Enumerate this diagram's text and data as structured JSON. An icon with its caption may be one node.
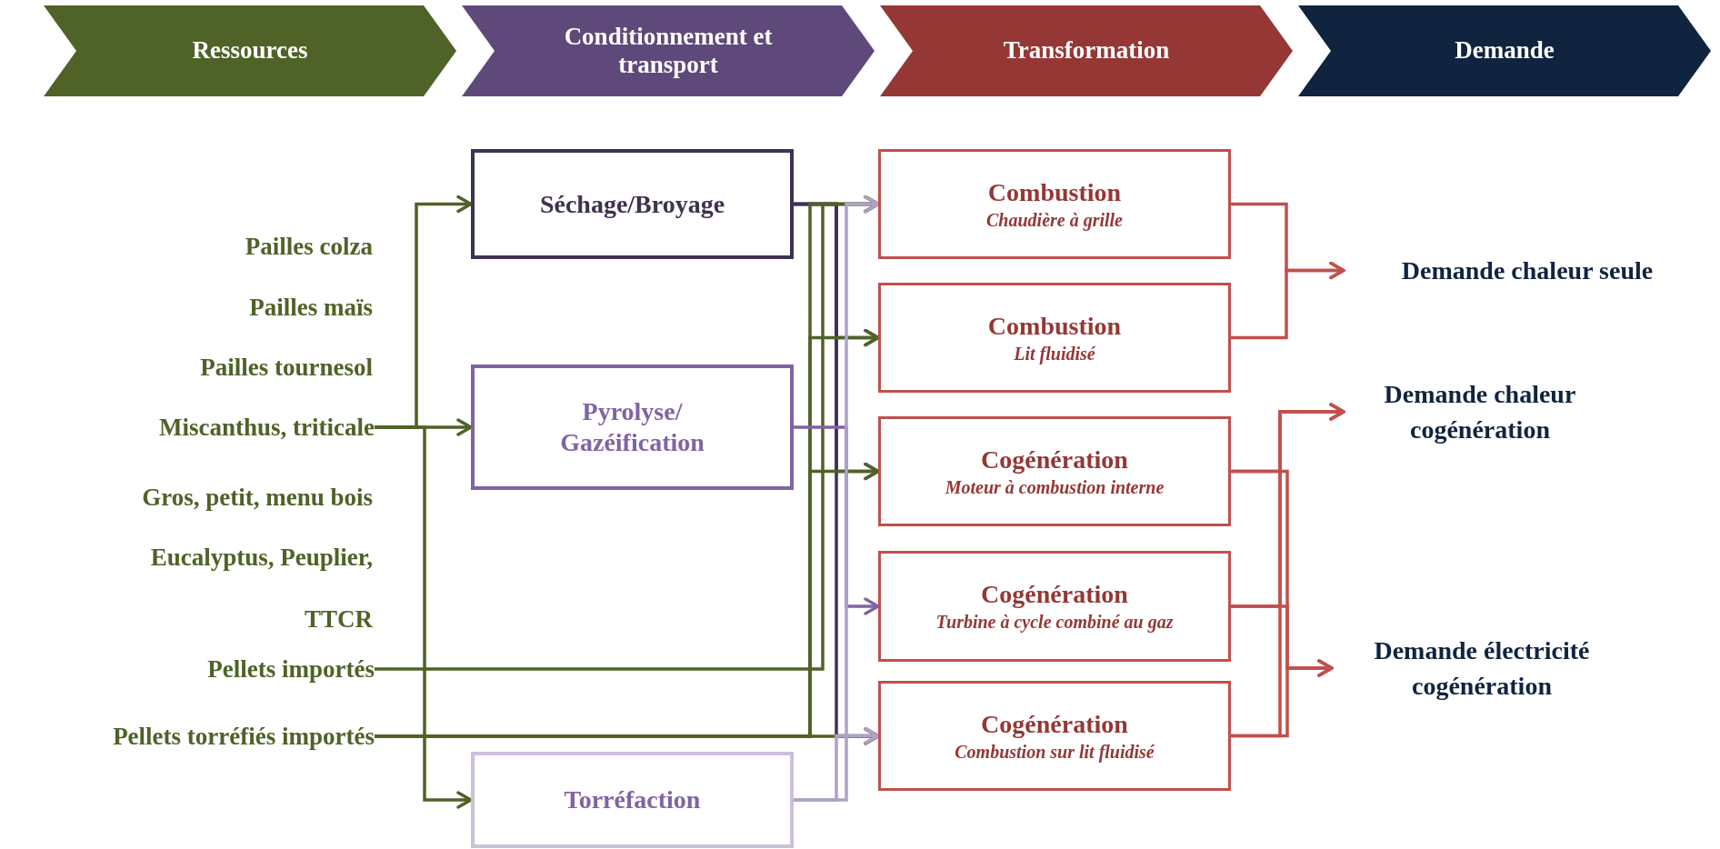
{
  "diagram": {
    "nodes": [
      {
        "text": [
          "Ressources"
        ]
      },
      {
        "text": [
          "Conditionnement et transport"
        ]
      },
      {
        "text": [
          "Transformation"
        ]
      },
      {
        "text": [
          "Demande"
        ]
      },
      {
        "text": [
          "Miscanthus, triticale"
        ]
      },
      {
        "text": [
          "Pellets importés"
        ]
      },
      {
        "text": [
          "Pellets torréfiés importés"
        ]
      },
      {
        "text": [
          "Séchage/Broyage"
        ]
      },
      {
        "text": [
          "Pyrolyse/ Gazéification"
        ]
      },
      {
        "text": [
          "Torréfaction"
        ]
      },
      {
        "text": [
          "Combustion",
          "Chaudière à grille"
        ]
      },
      {
        "text": [
          "Combustion",
          "Lit fluidisé"
        ]
      },
      {
        "text": [
          "Cogénération",
          "Moteur à combustion interne"
        ]
      },
      {
        "text": [
          "Cogénération",
          "Turbine à cycle combiné au gaz"
        ]
      },
      {
        "text": [
          "Cogénération",
          "Combustion sur lit fluidisé"
        ]
      },
      {
        "text": [
          "Demande chaleur seule"
        ]
      },
      {
        "text": [
          "Demande chaleur cogénération"
        ]
      },
      {
        "text": [
          "Demande électricité cogénération"
        ]
      }
    ],
    "edges": [
      {
        "from": 4,
        "to": 7,
        "arrow": "to",
        "color": "#4f6228"
      },
      {
        "from": 4,
        "to": 8,
        "arrow": "to",
        "color": "#4f6228"
      },
      {
        "from": 4,
        "to": 9,
        "arrow": "to",
        "color": "#4f6228"
      },
      {
        "from": 7,
        "to": 10,
        "arrow": "to",
        "color": "#3f3151"
      },
      {
        "from": 7,
        "to": 11,
        "arrow": "to",
        "color": "#3f3151"
      },
      {
        "from": 7,
        "to": 12,
        "arrow": "to",
        "color": "#3f3151"
      },
      {
        "from": 7,
        "to": 14,
        "arrow": "to",
        "color": "#3f3151"
      },
      {
        "from": 5,
        "to": 10,
        "arrow": "to",
        "color": "#4f6228"
      },
      {
        "from": 6,
        "to": 10,
        "arrow": "to",
        "color": "#4f6228"
      },
      {
        "from": 6,
        "to": 11,
        "arrow": "to",
        "color": "#4f6228"
      },
      {
        "from": 6,
        "to": 12,
        "arrow": "to",
        "color": "#4f6228"
      },
      {
        "from": 6,
        "to": 14,
        "arrow": "to",
        "color": "#4f6228"
      },
      {
        "from": 8,
        "to": 13,
        "arrow": "to",
        "color": "#8064a2"
      },
      {
        "from": 9,
        "to": 10,
        "arrow": "to",
        "color": "#b1a0c7"
      },
      {
        "from": 9,
        "to": 14,
        "arrow": "to",
        "color": "#b1a0c7"
      },
      {
        "from": 10,
        "to": 15,
        "arrow": "to",
        "color": "#c0504d"
      },
      {
        "from": 11,
        "to": 15,
        "arrow": "to",
        "color": "#c0504d"
      },
      {
        "from": 12,
        "to": 16,
        "arrow": "to",
        "color": "#c0504d"
      },
      {
        "from": 13,
        "to": 16,
        "arrow": "to",
        "color": "#c0504d"
      },
      {
        "from": 14,
        "to": 16,
        "arrow": "to",
        "color": "#c0504d"
      },
      {
        "from": 12,
        "to": 17,
        "arrow": "to",
        "color": "#c0504d"
      },
      {
        "from": 13,
        "to": 17,
        "arrow": "to",
        "color": "#c0504d"
      },
      {
        "from": 14,
        "to": 17,
        "arrow": "to",
        "color": "#c0504d"
      }
    ],
    "labels": [
      "Pailles colza",
      "Pailles maïs",
      "Pailles tournesol",
      "Gros, petit, menu bois",
      "Eucalyptus, Peuplier, TTCR"
    ]
  }
}
